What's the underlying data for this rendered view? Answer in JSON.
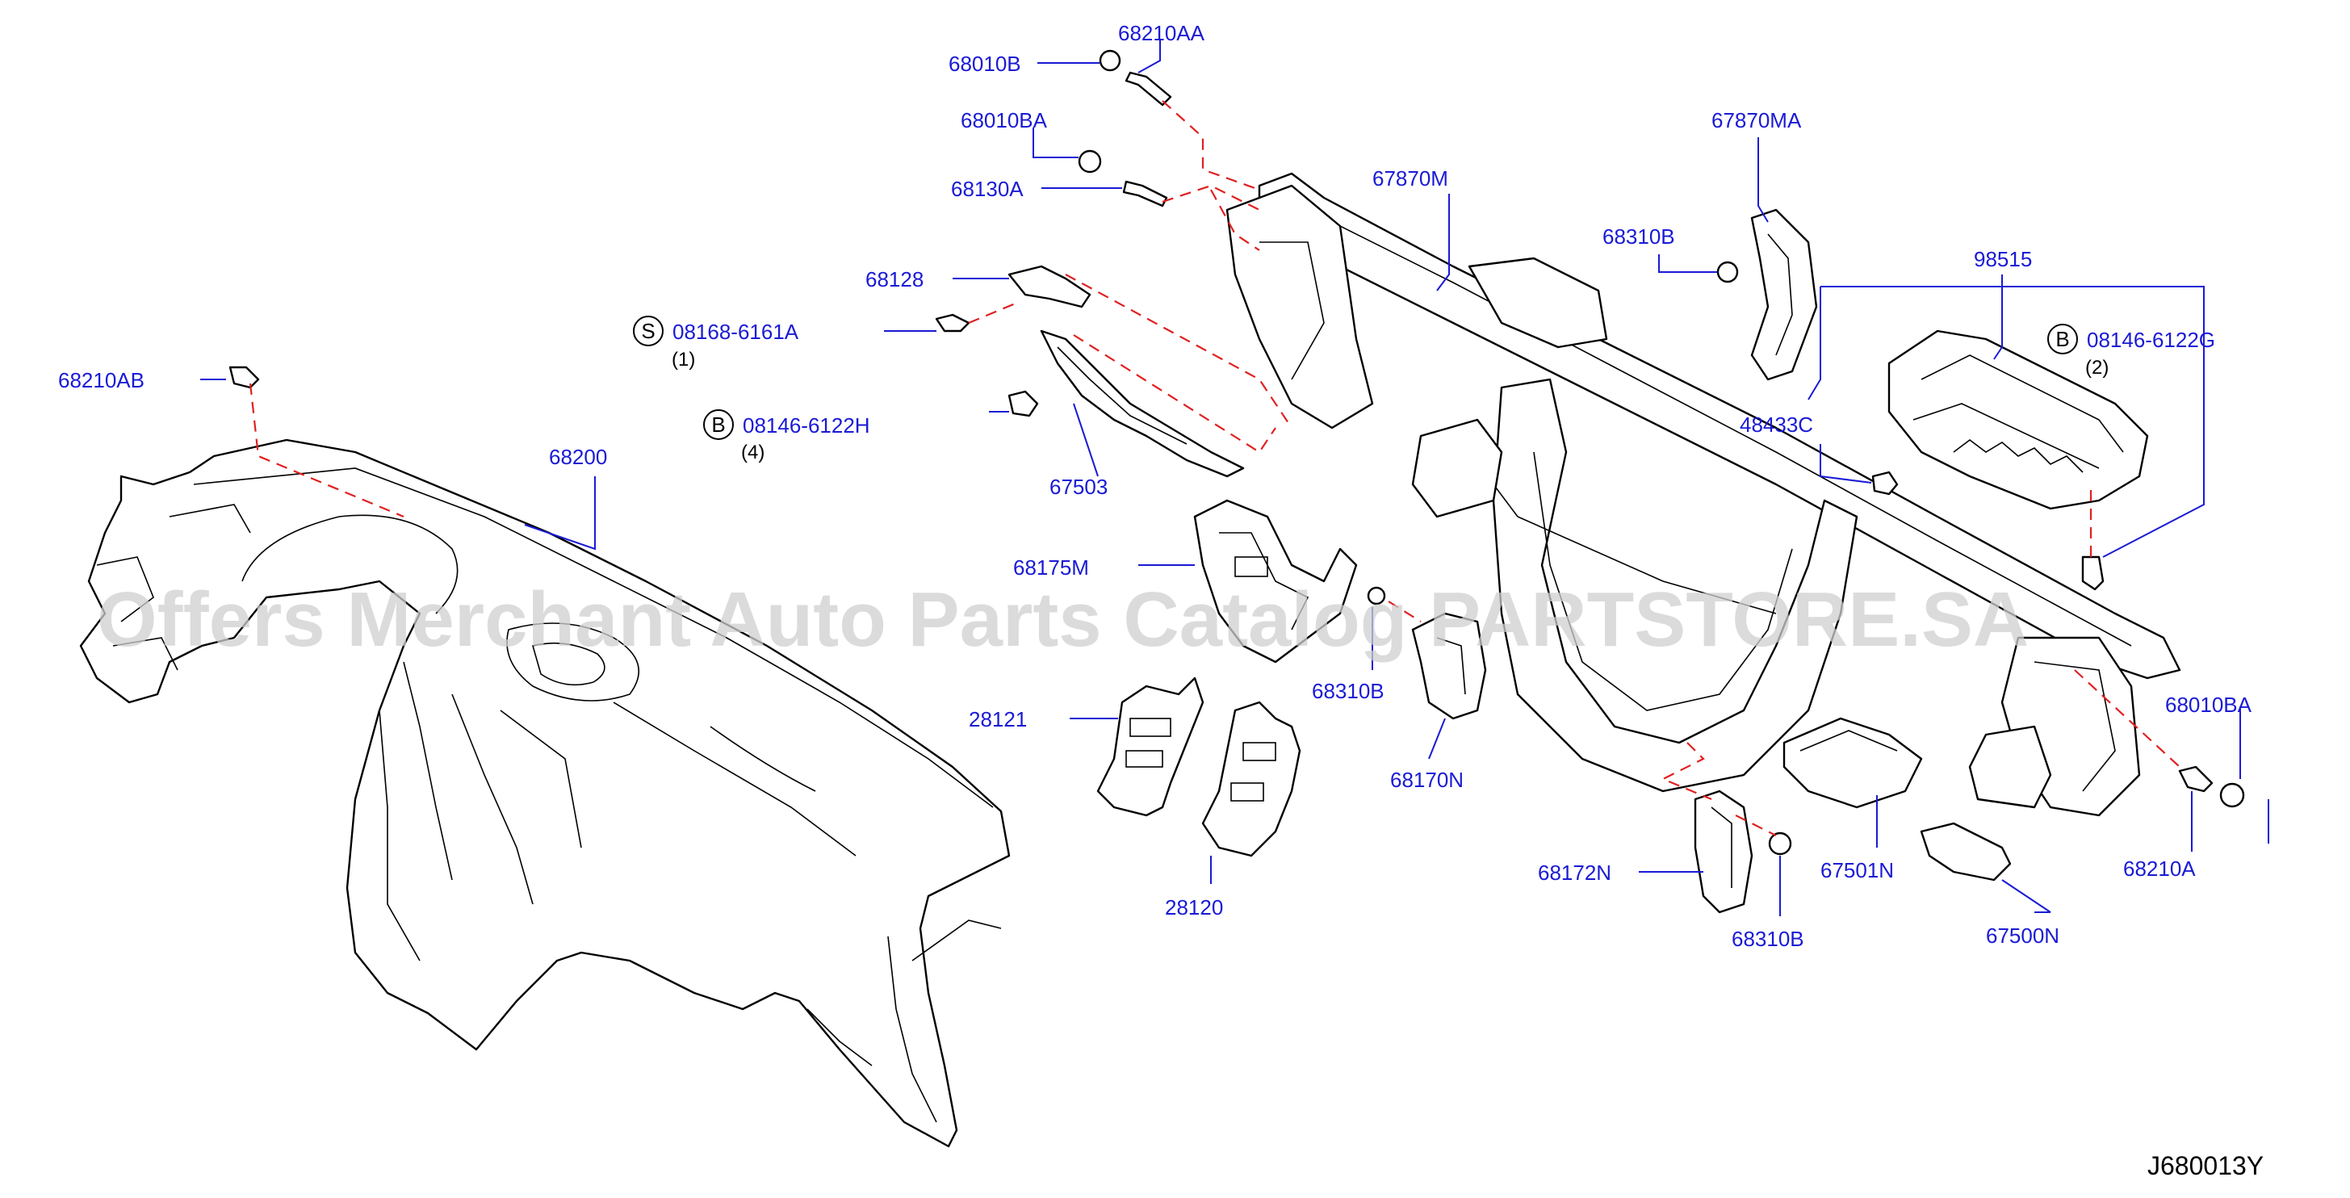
{
  "diagram": {
    "watermark": "Offers Merchant Auto Parts Catalog PARTSTORE.SA",
    "drawing_code": "J680013Y",
    "labels": {
      "p68010B": "68010B",
      "p68210AA": "68210AA",
      "p68010BA_top": "68010BA",
      "p68130A": "68130A",
      "p68128": "68128",
      "p08168": "08168-6161A",
      "p08168_qty": "(1)",
      "p08168_sym": "S",
      "p68210AB": "68210AB",
      "p08146H": "08146-6122H",
      "p08146H_qty": "(4)",
      "p08146H_sym": "B",
      "p67503": "67503",
      "p68200": "68200",
      "p67870M": "67870M",
      "p67870MA": "67870MA",
      "p68310B_top": "68310B",
      "p98515": "98515",
      "p08146G": "08146-6122G",
      "p08146G_qty": "(2)",
      "p08146G_sym": "B",
      "p48433C": "48433C",
      "p68175M": "68175M",
      "p68310B_mid": "68310B",
      "p28121": "28121",
      "p68170N": "68170N",
      "p28120": "28120",
      "p68010BA_right": "68010BA",
      "p68210A": "68210A",
      "p67501N": "67501N",
      "p68172N": "68172N",
      "p68310B_bot": "68310B",
      "p67500N": "67500N"
    }
  }
}
